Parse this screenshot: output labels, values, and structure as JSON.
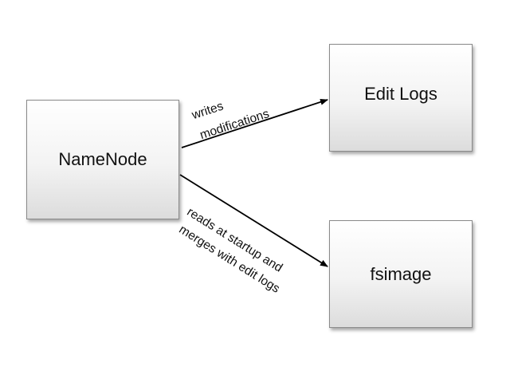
{
  "nodes": {
    "namenode": {
      "label": "NameNode"
    },
    "edit_logs": {
      "label": "Edit Logs"
    },
    "fsimage": {
      "label": "fsimage"
    }
  },
  "edges": {
    "write": {
      "line1": "writes",
      "line2": "modifications"
    },
    "read": {
      "line1": "reads at startup and",
      "line2": "merges with edit logs"
    }
  },
  "colors": {
    "box_border": "#8a8a8a",
    "box_fill_top": "#ffffff",
    "box_fill_bottom": "#dcdcdc",
    "arrow": "#000000",
    "text": "#111111"
  }
}
